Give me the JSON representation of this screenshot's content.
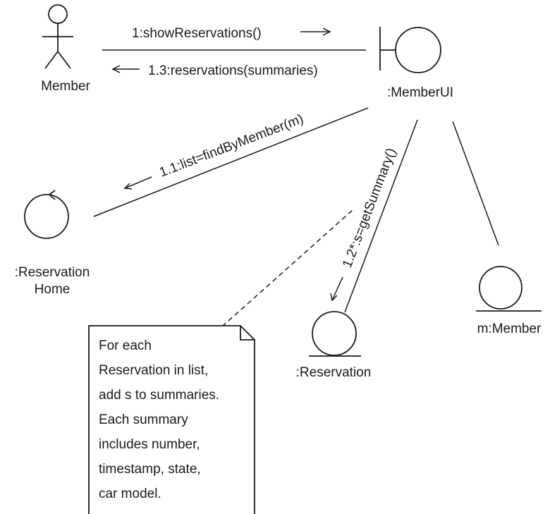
{
  "actors": {
    "member": {
      "label": "Member"
    }
  },
  "objects": {
    "member_ui": {
      "label": ":MemberUI",
      "stereotype": "boundary"
    },
    "reservation_home": {
      "label_lines": [
        ":Reservation",
        "Home"
      ],
      "stereotype": "control"
    },
    "reservation": {
      "label": ":Reservation",
      "stereotype": "entity"
    },
    "member_entity": {
      "label": "m:Member",
      "stereotype": "entity"
    }
  },
  "messages": {
    "show_reservations": "1:showReservations()",
    "reservations_summaries": "1.3:reservations(summaries)",
    "list_find_by_member": "1.1:list=findByMember(m)",
    "get_summary": "1.2*:s=getSummary()"
  },
  "note": {
    "lines": [
      "For each",
      "Reservation in list,",
      "add s to summaries.",
      "Each summary",
      "includes number,",
      "timestamp, state,",
      "car model."
    ]
  }
}
